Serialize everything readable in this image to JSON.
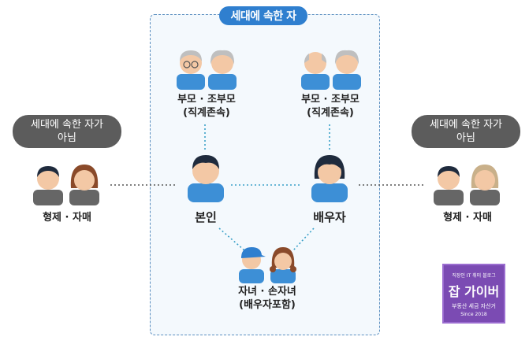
{
  "box_title": "세대에 속한 자",
  "left_pill": {
    "line1": "세대에 속한 자가",
    "line2": "아님"
  },
  "right_pill": {
    "line1": "세대에 속한 자가",
    "line2": "아님"
  },
  "parents_left": {
    "line1": "부모 · 조부모",
    "line2": "(직계존속)"
  },
  "parents_right": {
    "line1": "부모 · 조부모",
    "line2": "(직계존속)"
  },
  "self": "본인",
  "spouse": "배우자",
  "children": {
    "line1": "자녀 · 손자녀",
    "line2": "(배우자포함)"
  },
  "siblings_left": "형제 · 자매",
  "siblings_right": "형제 · 자매",
  "logo": {
    "line1": "직장인 IT 취미 블로그",
    "line2": "잡 가이버",
    "line3": "부동산 세금 자산거",
    "line4": "Since 2018"
  },
  "colors": {
    "accent": "#2f7fcf",
    "pill": "#5c5c5c",
    "line": "#3aa0c8",
    "logo": "#7b4bb3"
  }
}
